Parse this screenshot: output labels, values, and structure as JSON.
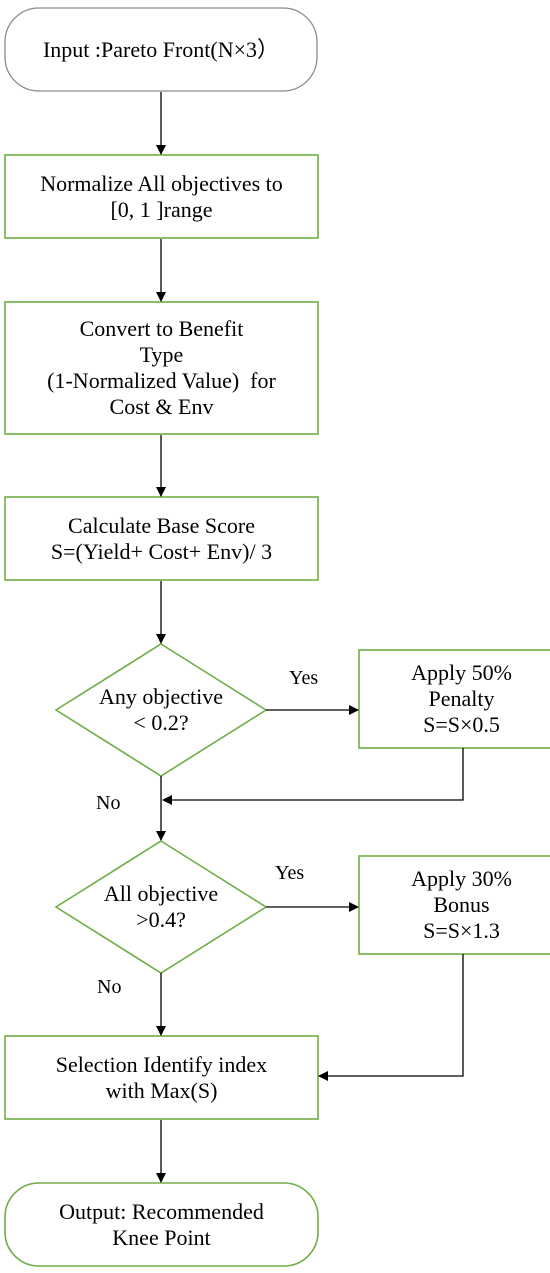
{
  "colors": {
    "terminal_input_border": "#8c8c8c",
    "process_border": "#70ad47",
    "arrow": "#000000"
  },
  "nodes": {
    "input": {
      "lines": [
        "Input :Pareto Front(N×3）"
      ]
    },
    "normalize": {
      "lines": [
        "Normalize All objectives to",
        "[0, 1 ]range"
      ]
    },
    "convert": {
      "lines": [
        "Convert to Benefit",
        "Type",
        "(1-Normalized Value)  for",
        "Cost & Env"
      ]
    },
    "base_score": {
      "lines": [
        "Calculate Base Score",
        "S=(Yield+ Cost+ Env)/ 3"
      ]
    },
    "decision_penalty": {
      "lines": [
        "Any objective",
        "< 0.2?"
      ]
    },
    "penalty": {
      "lines": [
        "Apply 50%",
        "Penalty",
        "S=S×0.5"
      ]
    },
    "decision_bonus": {
      "lines": [
        "All objective",
        ">0.4?"
      ]
    },
    "bonus": {
      "lines": [
        "Apply 30%",
        "Bonus",
        "S=S×1.3"
      ]
    },
    "selection": {
      "lines": [
        "Selection Identify index",
        "with Max(S)"
      ]
    },
    "output": {
      "lines": [
        "Output: Recommended",
        "Knee Point"
      ]
    }
  },
  "edge_labels": {
    "penalty_yes": "Yes",
    "penalty_no": "No",
    "bonus_yes": "Yes",
    "bonus_no": "No"
  }
}
